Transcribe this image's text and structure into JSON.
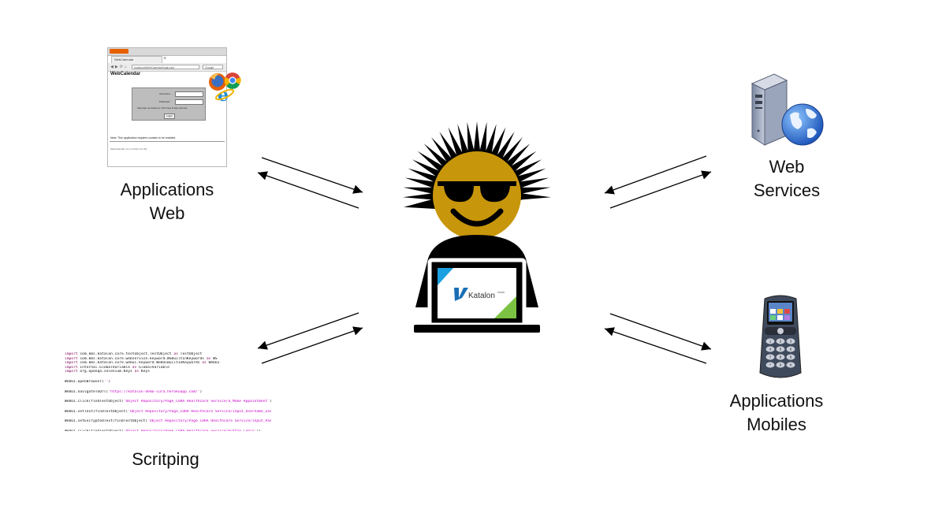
{
  "labels": {
    "web_apps": [
      "Applications",
      "Web"
    ],
    "web_services": [
      "Web",
      "Services"
    ],
    "mobile_apps": [
      "Applications",
      "Mobiles"
    ],
    "scripting": "Scritping"
  },
  "browser": {
    "tab": "WebCalendar",
    "url": "localhost/WebCalendar/login.php",
    "search": "Google",
    "heading": "WebCalendar",
    "username_label": "Username:",
    "password_label": "Password:",
    "remember_label": "Save login via cookies so I don't have to login next time",
    "login_button": "Login",
    "note": "Note: This application requires cookies to be enabled.",
    "footer": "WebCalendar v1.2.4 (2011 Oct 20)"
  },
  "laptop_brand": "Katalon",
  "laptop_brand_sub": "studio",
  "code": {
    "imports": [
      [
        "import",
        "com.kms.katalon.core.testobject.TestObject",
        "as",
        "TestObject"
      ],
      [
        "import",
        "com.kms.katalon.core.webservice.keyword.WSBuiltInKeywords",
        "as",
        "WS"
      ],
      [
        "import",
        "com.kms.katalon.core.webui.keyword.WebUiBuiltInKeywords",
        "as",
        "WebUI"
      ],
      [
        "import",
        "internal.GlobalVariable",
        "as",
        "GlobalVariable"
      ],
      [
        "import",
        "org.openqa.selenium.Keys",
        "as",
        "Keys"
      ]
    ],
    "calls": [
      {
        "prefix": "WebUI.openBrowser(",
        "str": "''",
        "suffix": ")"
      },
      {
        "prefix": "WebUI.navigateToUrl(",
        "str": "'https://katalon-demo-cura.herokuapp.com/'",
        "suffix": ")"
      },
      {
        "prefix": "WebUI.click(findTestObject(",
        "str": "'Object Repository/Page_CURA Healthcare Service/a_Make Appointment'",
        "suffix": "))"
      },
      {
        "prefix": "WebUI.setText(findTestObject(",
        "str": "'Object Repository/Page_CURA Healthcare Service/input_Username_user",
        "suffix": ""
      },
      {
        "prefix": "WebUI.setEncryptedText(findTestObject(",
        "str": "'Object Repository/Page_CURA Healthcare Service/input_Pass",
        "suffix": ""
      },
      {
        "prefix": "WebUI.click(findTestObject(",
        "str": "'Object Repository/Page_CURA Healthcare Service/button_Login'",
        "suffix": "))"
      }
    ]
  },
  "phone_keys": [
    "1",
    "2",
    "3",
    "4",
    "5",
    "6",
    "7",
    "8",
    "9",
    "*",
    "0",
    "#"
  ],
  "colors": {
    "face": "#c8960b",
    "hair": "#000000",
    "katalon_blue": "#1aa0e0",
    "katalon_green": "#7cc242",
    "phone_body": "#3f4a5c",
    "globe": "#2a6fd6"
  }
}
